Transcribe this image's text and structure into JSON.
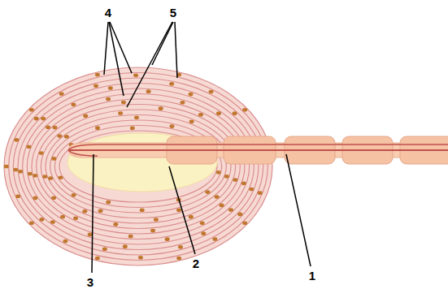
{
  "diagram": {
    "labels": [
      "4",
      "5",
      "3",
      "2",
      "1"
    ]
  }
}
